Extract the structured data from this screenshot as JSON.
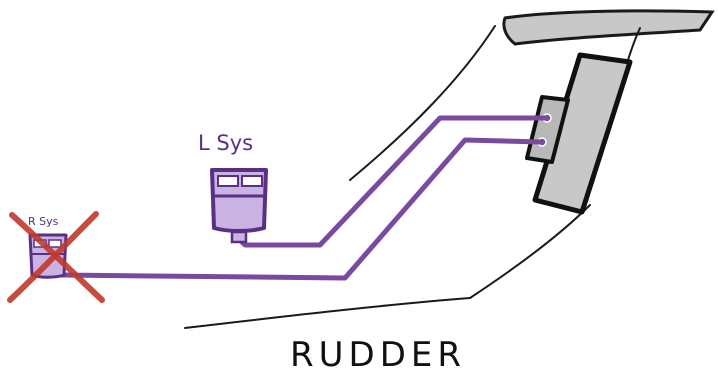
{
  "diagram": {
    "caption": "RUDDER",
    "components": {
      "l_sys": {
        "label": "L Sys",
        "status": "active"
      },
      "r_sys": {
        "label": "R Sys",
        "status": "failed"
      }
    },
    "colors": {
      "hydraulic_line": "#7b4aa0",
      "reservoir_fill": "#c9b3e3",
      "reservoir_stroke": "#5a2f86",
      "failure_cross": "#c0392b",
      "actuator": "#b8b8b8",
      "tail_fill": "#c8c8c8",
      "outline": "#1a1a1a"
    },
    "icons": {
      "failure_mark": "cross-icon",
      "reservoir": "hydraulic-reservoir-icon"
    }
  }
}
